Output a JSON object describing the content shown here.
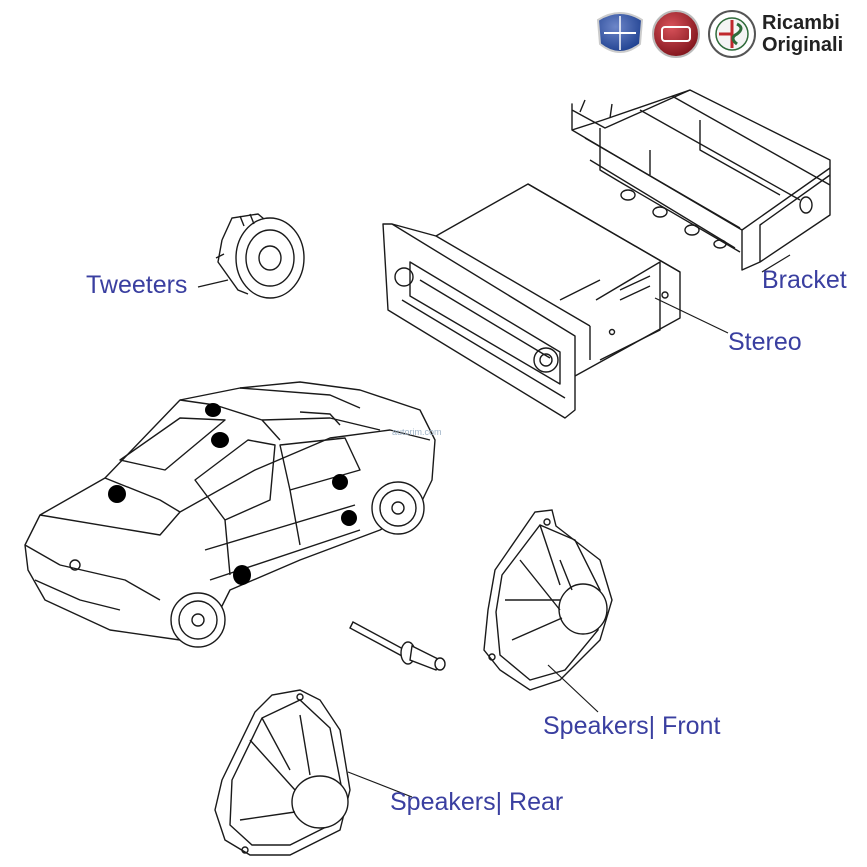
{
  "brand": {
    "logos": [
      "lancia-badge-icon",
      "fiat-badge-icon",
      "alfa-romeo-badge-icon"
    ],
    "line1": "Ricambi",
    "line2": "Originali"
  },
  "labels": {
    "tweeters": "Tweeters",
    "bracket": "Bracket",
    "stereo": "Stereo",
    "speakers_front": "Speakers| Front",
    "speakers_rear": "Speakers| Rear"
  },
  "watermark": "autorim.com",
  "colors": {
    "label": "#3a3fa0",
    "line_art": "#1a1a1a",
    "speaker_spots": "#000000",
    "lancia": "#1d3f8f",
    "fiat": "#9b1b23",
    "alfa": "#2f6b3a"
  }
}
